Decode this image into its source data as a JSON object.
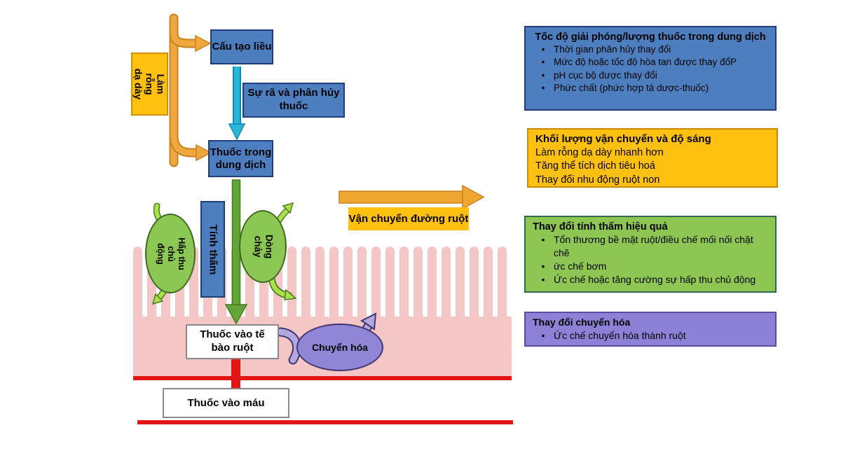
{
  "colors": {
    "box_blue": "#4d7ebf",
    "box_blue_border": "#1f3e78",
    "box_yellow": "#ffc010",
    "box_green": "#8dc652",
    "box_purple": "#8c81d6",
    "arrow_orange": "#f0a731",
    "arrow_cyan": "#2ab6d9",
    "arrow_green": "#63a638",
    "ellipse_green": "#8cc653",
    "ellipse_purple": "#8f86d8",
    "villi_pink": "#f5c6c6",
    "line_red": "#e21414"
  },
  "flow": {
    "gastric_emptying": "Làm rỗng\ndạ dày",
    "dose_form": "Cấu tạo liều",
    "disintegration": "Sự rã và phân hủy thuốc",
    "drug_in_solution": "Thuốc trong dung dịch",
    "permeability": "Tính thấm",
    "active_absorption": "Hấp thu\nchủ\nđộng",
    "flux": "Dòng\nchảy",
    "intestinal_transit": "Vận chuyển đường ruột",
    "drug_into_enterocyte": "Thuốc vào tế\nbào ruột",
    "metabolism": "Chuyển hóa",
    "drug_into_blood": "Thuốc vào máu"
  },
  "info_boxes": [
    {
      "id": "release-rate",
      "title": "Tốc độ giải phóng/lượng thuốc trong dung dịch",
      "bullets": [
        "Thời gian phân hủy thay đổi",
        "Mức độ hoặc tốc độ hòa tan được thay đổP",
        "pH cục bộ được thay đổi",
        "Phức chất (phức hợp tá dược-thuốc)"
      ]
    },
    {
      "id": "transit-volume",
      "title": "Khối lượng vận chuyển và độ sáng",
      "lines": [
        "Làm rỗng dạ dày nhanh hơn",
        "Tăng thể tích dịch tiêu hoá",
        "Thay đổi nhu động ruột non"
      ]
    },
    {
      "id": "effective-permeability",
      "title": "Thay đổi tính thấm hiệu quả",
      "bullets": [
        "Tổn thương bề mặt ruột/điều chế mối nối chặt chẽ",
        "ức chế bơm",
        "Ức chế hoặc tăng cường sự hấp thu chủ động"
      ]
    },
    {
      "id": "metabolism-change",
      "title": "Thay đổi chuyển hóa",
      "bullets": [
        "Ức chế chuyển hóa thành ruột"
      ]
    }
  ],
  "bullet_char": "•"
}
